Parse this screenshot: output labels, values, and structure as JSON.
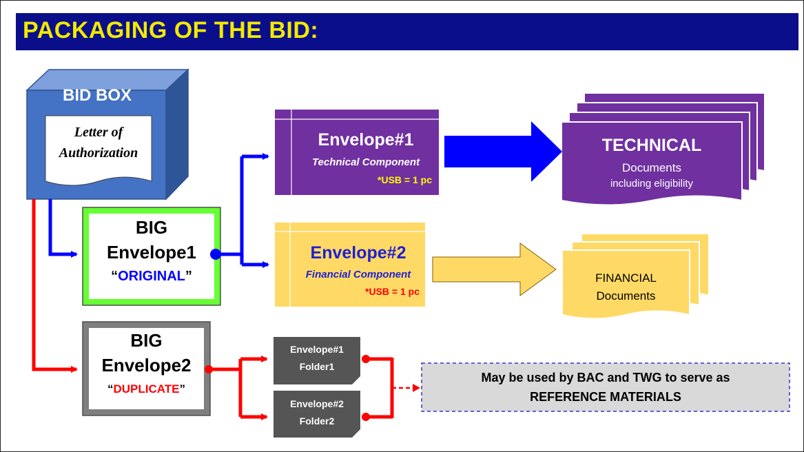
{
  "title": "PACKAGING OF THE BID:",
  "bid_box": {
    "label": "BID BOX",
    "letter_line1": "Letter of",
    "letter_line2": "Authorization"
  },
  "big_envelope1": {
    "line1": "BIG",
    "line2": "Envelope1",
    "tag": "ORIGINAL"
  },
  "big_envelope2": {
    "line1": "BIG",
    "line2": "Envelope2",
    "tag": "DUPLICATE"
  },
  "envelope1": {
    "title": "Envelope#1",
    "subtitle": "Technical Component",
    "usb": "*USB = 1 pc"
  },
  "envelope2": {
    "title": "Envelope#2",
    "subtitle": "Financial Component",
    "usb": "*USB = 1 pc"
  },
  "technical_docs": {
    "line1": "TECHNICAL",
    "line2": "Documents",
    "line3": "including eligibility"
  },
  "financial_docs": {
    "line1": "FINANCIAL",
    "line2": "Documents"
  },
  "folder1": {
    "line1": "Envelope#1",
    "line2": "Folder1"
  },
  "folder2": {
    "line1": "Envelope#2",
    "line2": "Folder2"
  },
  "reference": {
    "line1": "May be used by BAC and TWG to serve as",
    "line2": "REFERENCE MATERIALS"
  },
  "colors": {
    "title_bg": "#0a0e8a",
    "title_text": "#f2e900",
    "bid_box": "#4472c4",
    "technical": "#7030a0",
    "financial": "#ffd966",
    "blue_arrow": "#0000ff",
    "red_arrow": "#ff0000",
    "original_frame": "#66ff33",
    "duplicate_frame": "#7f7f7f",
    "folder": "#555555"
  }
}
